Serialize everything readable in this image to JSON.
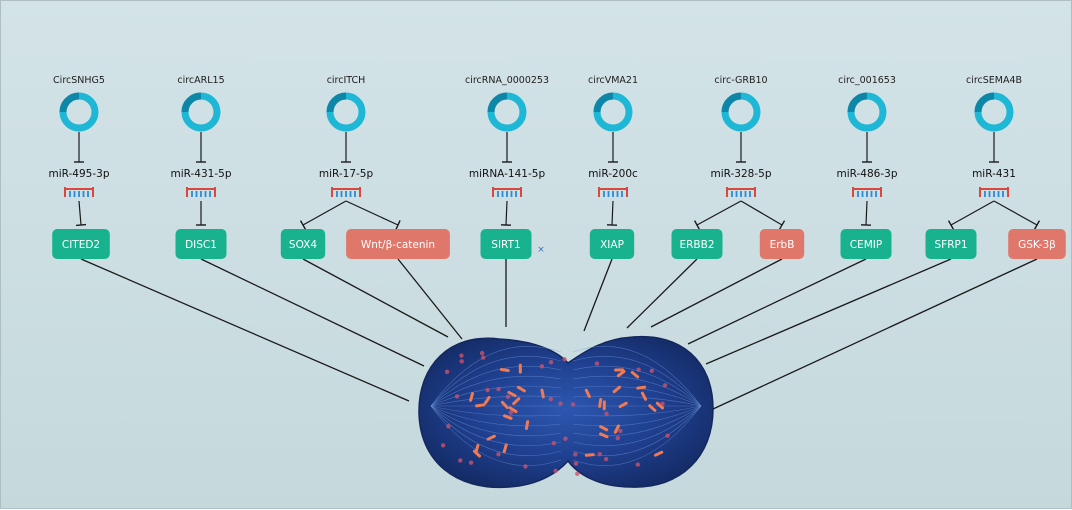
{
  "colors": {
    "background": "#cadcdf",
    "circ_ring": "#1fb7d6",
    "circ_ring_dark": "#0e86a8",
    "mirna_stem": "#d9473e",
    "mirna_teeth": "#2b8ad6",
    "target_green": "#18b38e",
    "target_red": "#e0776b",
    "connector": "#1a1a1a",
    "cell_body": "#1f3d86",
    "chromosome": "#f07a52"
  },
  "axes": [
    {
      "circ": "CircSNHG5",
      "mirna": "miR-495-3p",
      "targets": [
        {
          "label": "CITED2",
          "kind": "green"
        }
      ]
    },
    {
      "circ": "circARL15",
      "mirna": "miR-431-5p",
      "targets": [
        {
          "label": "DISC1",
          "kind": "green"
        }
      ]
    },
    {
      "circ": "circITCH",
      "mirna": "miR-17-5p",
      "targets": [
        {
          "label": "SOX4",
          "kind": "green"
        },
        {
          "label": "Wnt/β-catenin",
          "kind": "red"
        }
      ]
    },
    {
      "circ": "circRNA_0000253",
      "mirna": "miRNA-141-5p",
      "targets": [
        {
          "label": "SIRT1",
          "kind": "green"
        }
      ]
    },
    {
      "circ": "circVMA21",
      "mirna": "miR-200c",
      "targets": [
        {
          "label": "XIAP",
          "kind": "green"
        }
      ]
    },
    {
      "circ": "circ-GRB10",
      "mirna": "miR-328-5p",
      "targets": [
        {
          "label": "ERBB2",
          "kind": "green"
        },
        {
          "label": "ErbB",
          "kind": "red"
        }
      ]
    },
    {
      "circ": "circ_001653",
      "mirna": "miR-486-3p",
      "targets": [
        {
          "label": "CEMIP",
          "kind": "green"
        }
      ]
    },
    {
      "circ": "circSEMA4B",
      "mirna": "miR-431",
      "targets": [
        {
          "label": "SFRP1",
          "kind": "green"
        },
        {
          "label": "GSK-3β",
          "kind": "red"
        }
      ]
    }
  ],
  "stray_mark": "×"
}
